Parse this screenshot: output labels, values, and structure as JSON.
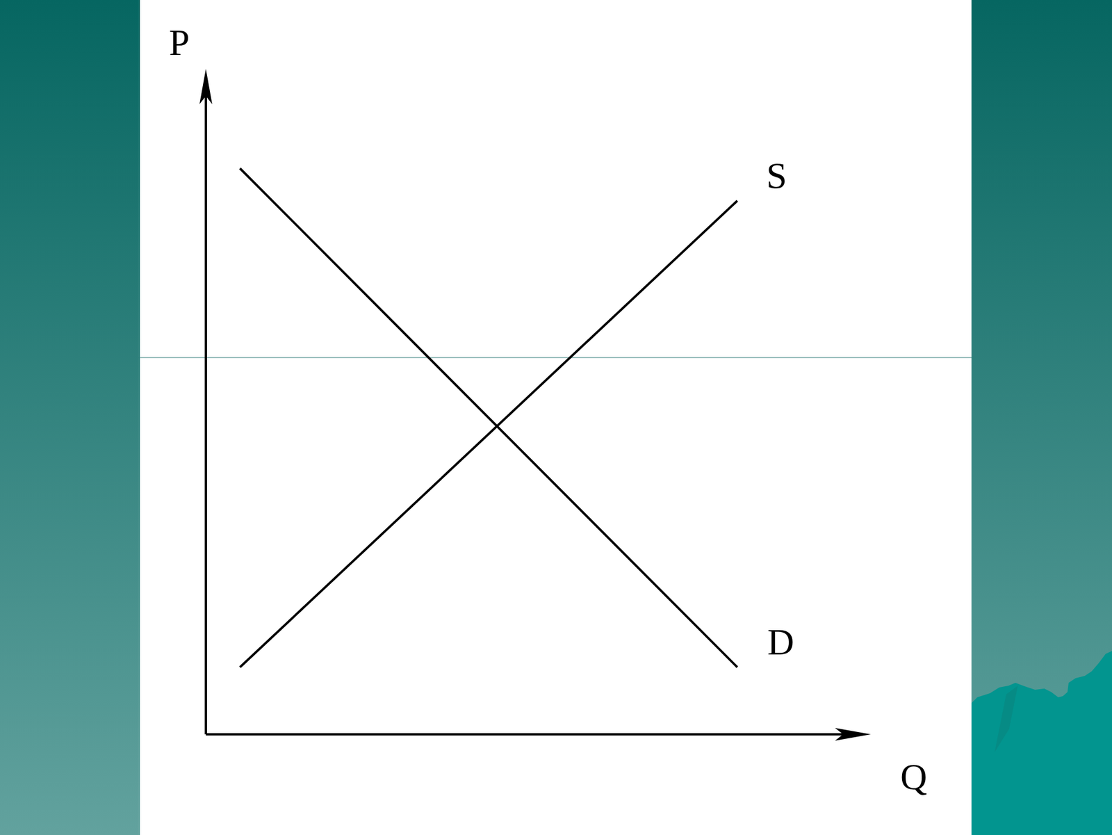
{
  "diagram": {
    "labels": [
      "P",
      "S",
      "D",
      "Q"
    ]
  }
}
